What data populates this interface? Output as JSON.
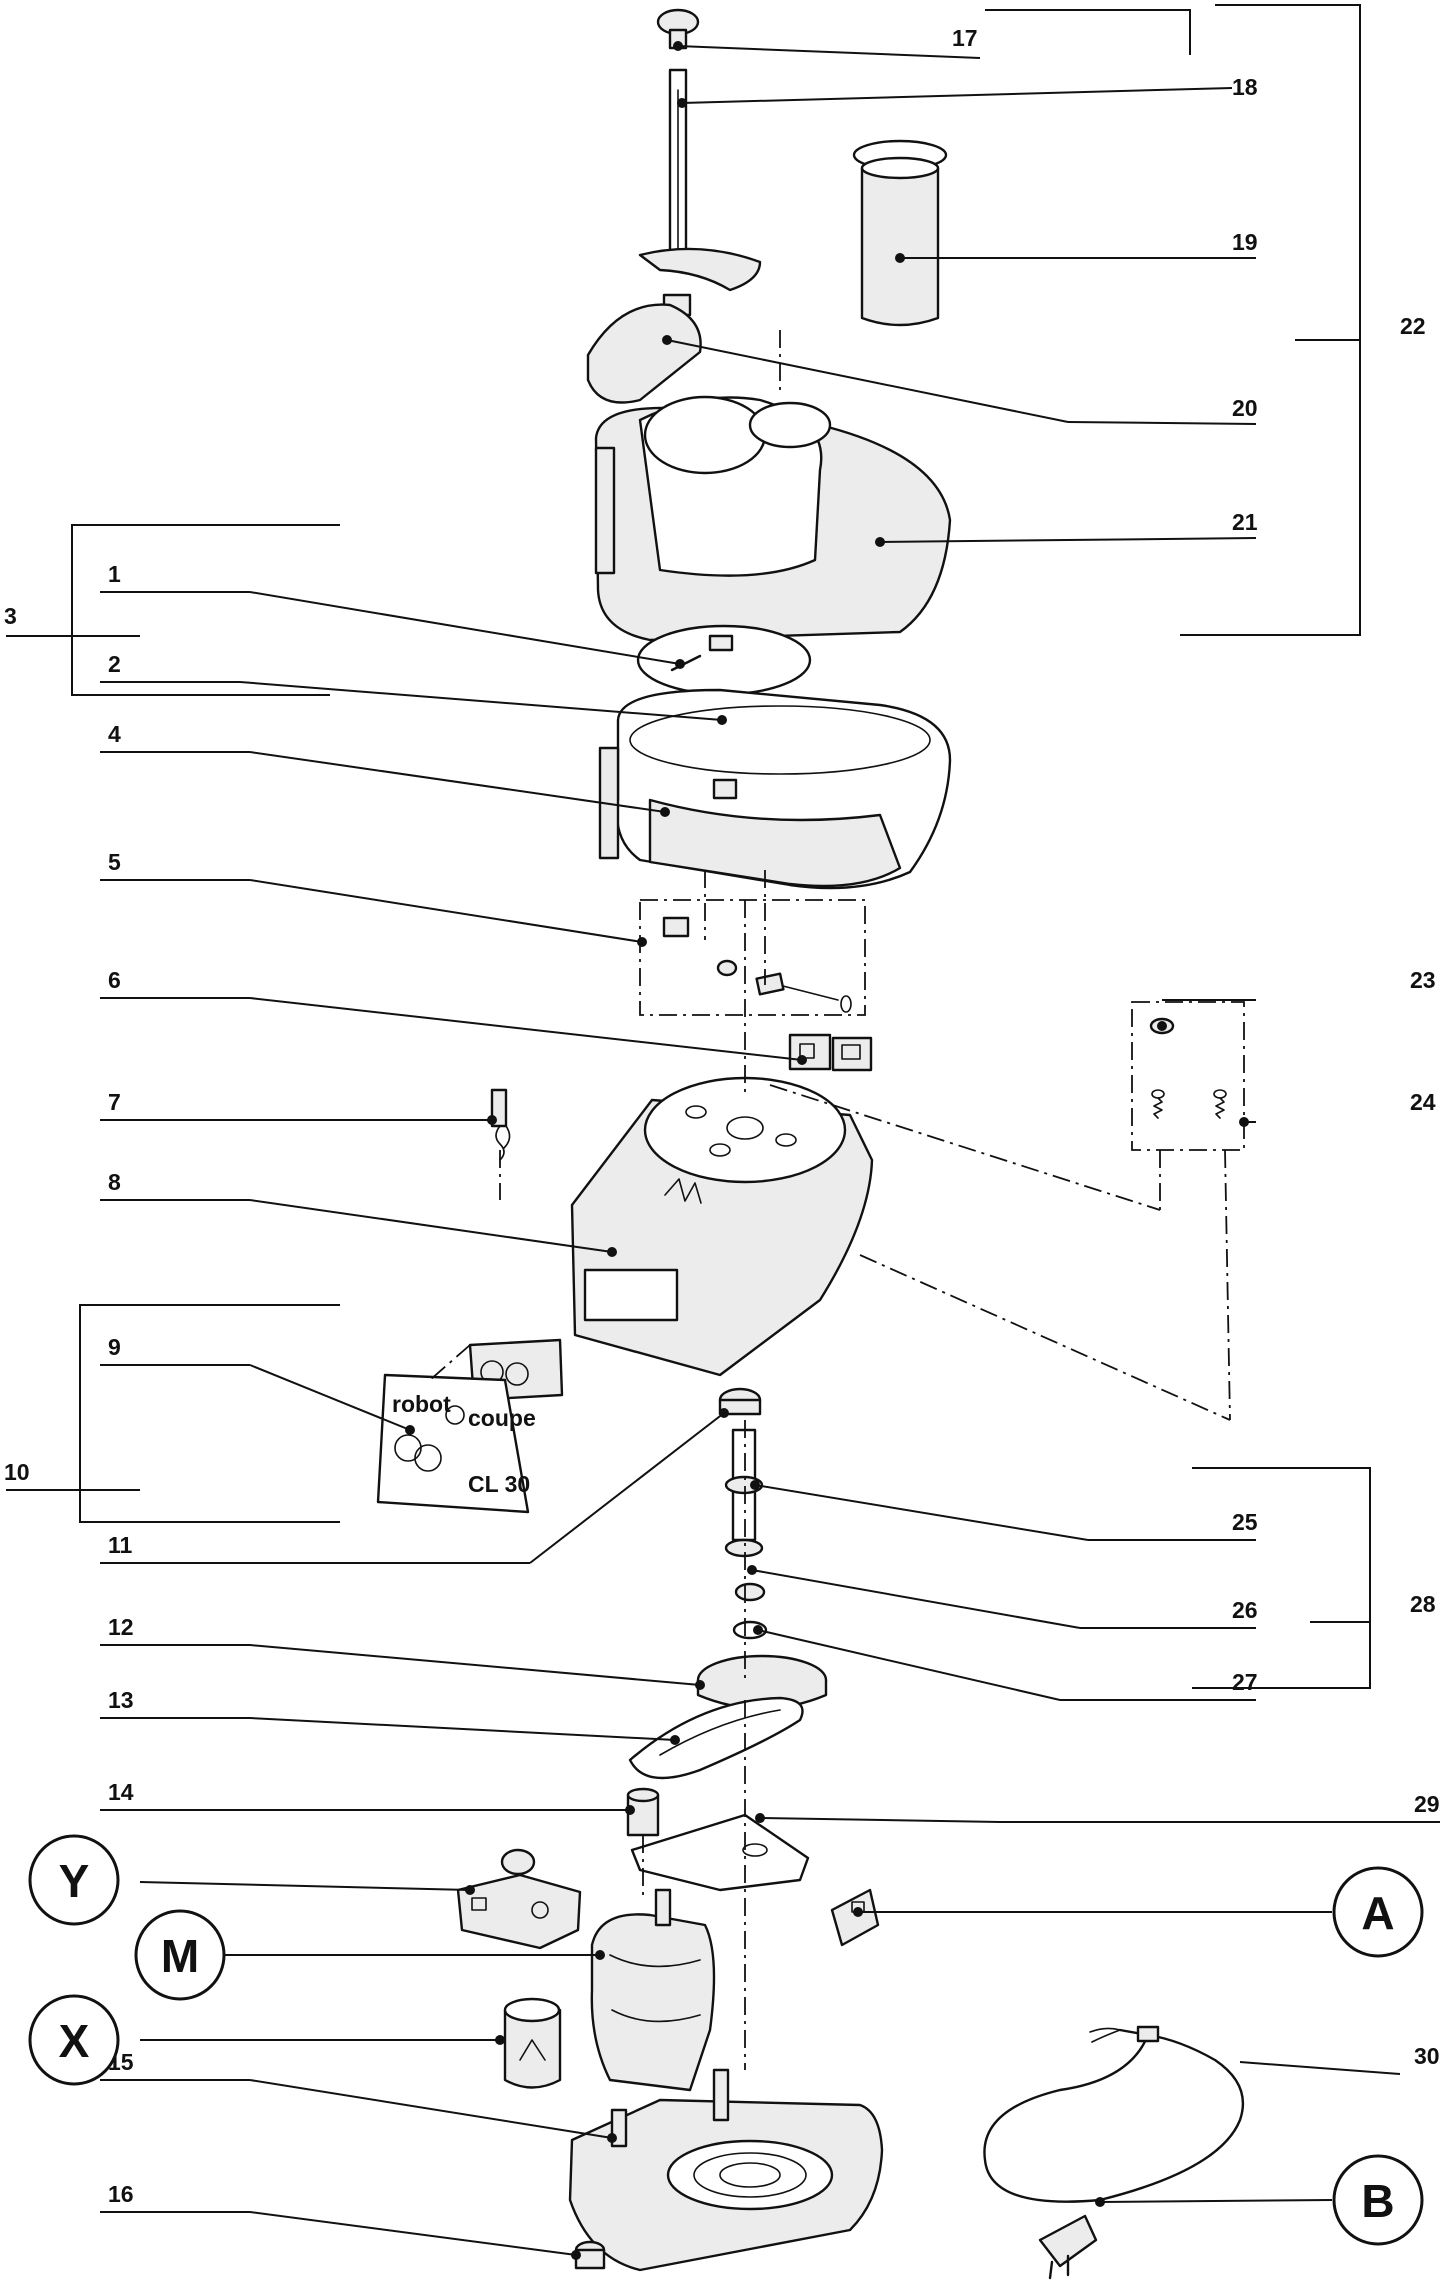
{
  "callouts": {
    "1": "1",
    "2": "2",
    "3": "3",
    "4": "4",
    "5": "5",
    "6": "6",
    "7": "7",
    "8": "8",
    "9": "9",
    "10": "10",
    "11": "11",
    "12": "12",
    "13": "13",
    "14": "14",
    "15": "15",
    "16": "16",
    "17": "17",
    "18": "18",
    "19": "19",
    "20": "20",
    "21": "21",
    "22": "22",
    "23": "23",
    "24": "24",
    "25": "25",
    "26": "26",
    "27": "27",
    "28": "28",
    "29": "29",
    "30": "30"
  },
  "circled": {
    "Y": "Y",
    "M": "M",
    "X": "X",
    "A": "A",
    "B": "B"
  },
  "nameplate": {
    "brand_left": "robot",
    "brand_right": "coupe",
    "model": "CL 30"
  }
}
